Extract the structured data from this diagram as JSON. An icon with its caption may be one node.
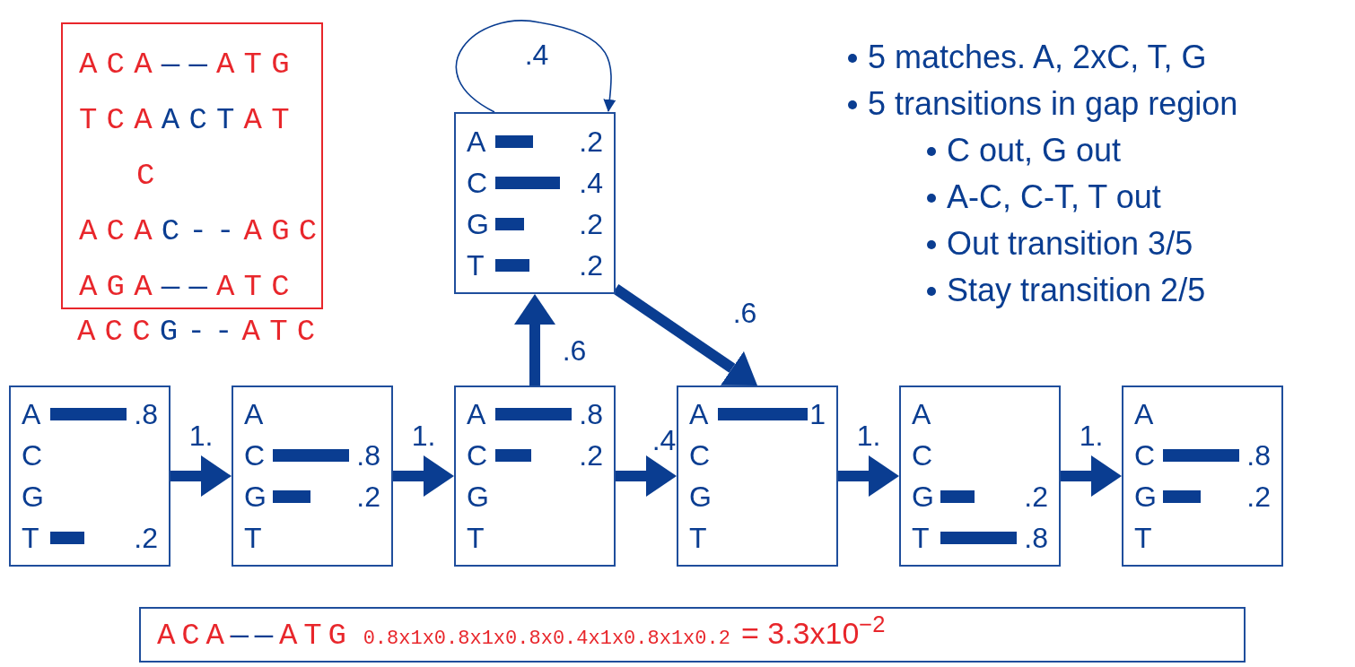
{
  "diagram": {
    "nodes": [
      {
        "text": [
          "ACA——ATG",
          "TCAACTAT",
          "C",
          "ACAC--AGC",
          "AGA——ATC"
        ]
      },
      {
        "text": [
          "A",
          ".2",
          "C",
          ".4",
          "G",
          ".2",
          "T",
          ".2"
        ]
      },
      {
        "text": [
          "A",
          ".8",
          "C",
          "G",
          "T",
          ".2"
        ]
      },
      {
        "text": [
          "A",
          "C",
          ".8",
          "G",
          ".2",
          "T"
        ]
      },
      {
        "text": [
          "A",
          ".8",
          "C",
          ".2",
          "G",
          "T"
        ]
      },
      {
        "text": [
          "A",
          "1",
          "C",
          "G",
          "T"
        ]
      },
      {
        "text": [
          "A",
          "C",
          "G",
          ".2",
          "T",
          ".8"
        ]
      },
      {
        "text": [
          "A",
          "C",
          ".8",
          "G",
          ".2",
          "T"
        ]
      },
      {
        "text": [
          "ACA——ATG",
          "0.8x1x0.8x1x0.8x0.4x1x0.8x1x0.2",
          "= 3.3x10$^{−2}$"
        ]
      }
    ],
    "edges": [
      {
        "from": 2,
        "to": 3,
        "arrow": "to",
        "label": "1."
      },
      {
        "from": 3,
        "to": 4,
        "arrow": "to",
        "label": "1."
      },
      {
        "from": 4,
        "to": 5,
        "arrow": "to",
        "label": ".4"
      },
      {
        "from": 5,
        "to": 6,
        "arrow": "to",
        "label": "1."
      },
      {
        "from": 6,
        "to": 7,
        "arrow": "to",
        "label": "1."
      },
      {
        "from": 4,
        "to": 1,
        "arrow": "to",
        "label": ".6"
      },
      {
        "from": 1,
        "to": 5,
        "arrow": "to",
        "label": ".6"
      },
      {
        "from": 1,
        "to": 1,
        "arrow": "to",
        "label": ".4"
      }
    ],
    "labels": [
      "5 matches. A, 2xC, T, G",
      "5 transitions in gap region",
      "C out, G out",
      "A-C, C-T, T out",
      "Out transition 3/5",
      "Stay transition 2/5",
      "ACCG--ATC"
    ]
  }
}
